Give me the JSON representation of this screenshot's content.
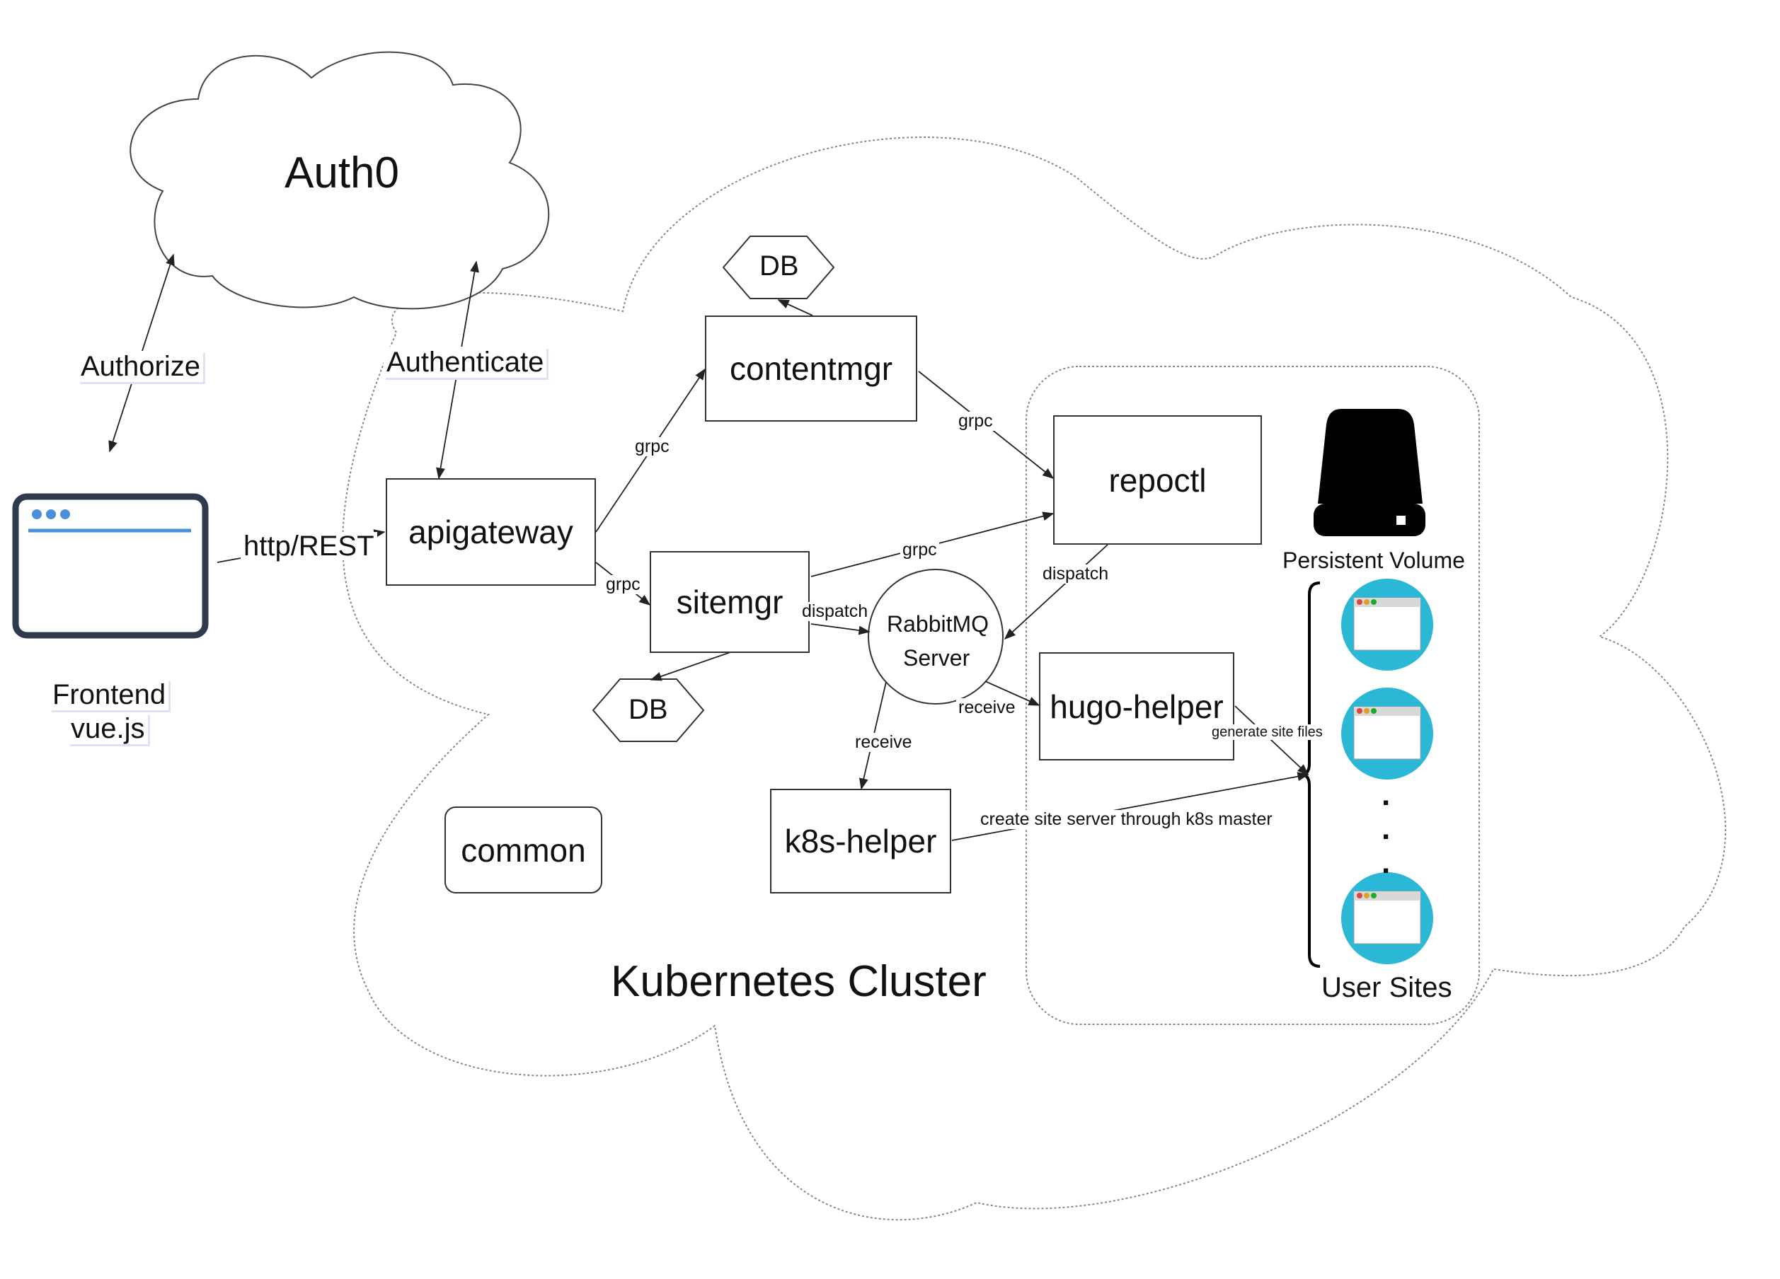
{
  "auth": {
    "title": "Auth0"
  },
  "cluster": {
    "title": "Kubernetes Cluster"
  },
  "frontend": {
    "line1": "Frontend",
    "line2": "vue.js"
  },
  "nodes": {
    "apigateway": "apigateway",
    "contentmgr": "contentmgr",
    "sitemgr": "sitemgr",
    "repoctl": "repoctl",
    "rabbitmq_line1": "RabbitMQ",
    "rabbitmq_line2": "Server",
    "hugo_helper": "hugo-helper",
    "k8s_helper": "k8s-helper",
    "common": "common",
    "db_top": "DB",
    "db_bottom": "DB"
  },
  "storage": {
    "persistent_volume": "Persistent Volume",
    "user_sites": "User Sites",
    "ellipsis": "."
  },
  "edges": {
    "authorize": "Authorize",
    "authenticate": "Authenticate",
    "http_rest": "http/REST",
    "grpc_api_content": "grpc",
    "grpc_api_site": "grpc",
    "grpc_content_repo": "grpc",
    "grpc_site_repo": "grpc",
    "dispatch_site": "dispatch",
    "dispatch_repo": "dispatch",
    "receive_k8s": "receive",
    "receive_hugo": "receive",
    "generate_site_files": "generate site files",
    "create_site_server": "create site server through k8s master"
  },
  "colors": {
    "site_icon_bg": "#2bb8d6",
    "browser_border": "#2f3b4c",
    "browser_accent": "#4a90d9",
    "dot_red": "#e0443e",
    "dot_yellow": "#dea123",
    "dot_green": "#1aab29"
  }
}
